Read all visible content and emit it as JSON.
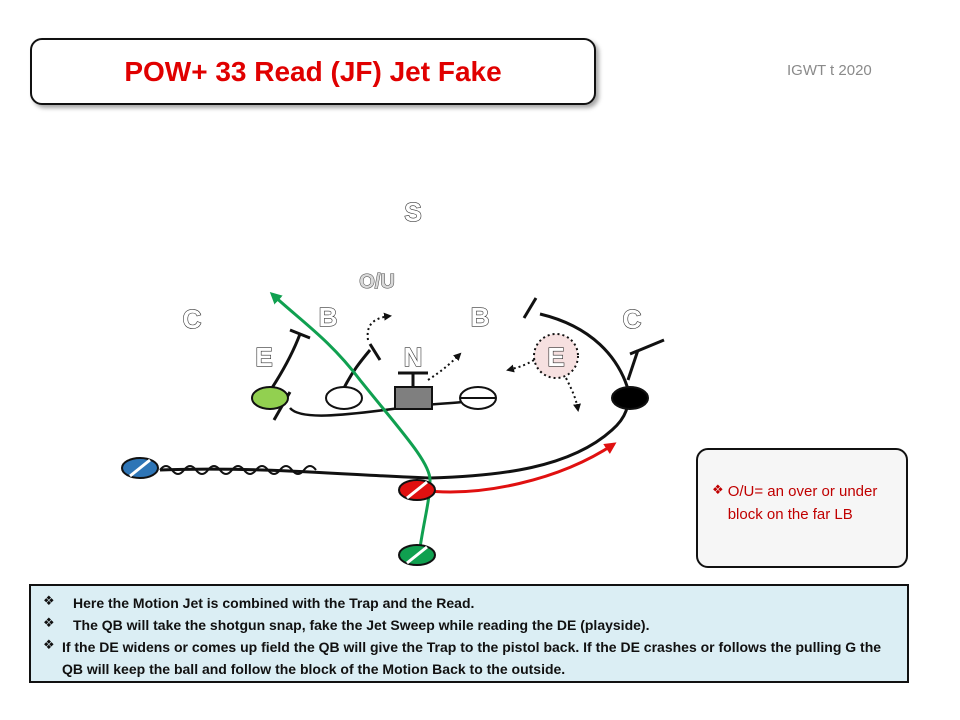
{
  "title": "POW+ 33 Read (JF) Jet Fake",
  "credit": "IGWT t 2020",
  "colors": {
    "title": "#e00000",
    "green_route": "#10a050",
    "red_route": "#e01010",
    "motion_back": "#2e75b6",
    "note_text": "#c00000",
    "bullets_bg": "#dbeef4"
  },
  "defense": {
    "safety": "S",
    "ou": "O/U",
    "corner_left": "C",
    "corner_right": "C",
    "backer_left": "B",
    "backer_right": "B",
    "end_left": "E",
    "end_right": "E",
    "nose": "N"
  },
  "note": {
    "bullet": "❖",
    "text": "O/U= an over or under block on the far LB"
  },
  "bullets": [
    {
      "mark": "❖",
      "text": "Here the Motion Jet is combined with the Trap and the Read."
    },
    {
      "mark": "❖",
      "text": "The QB will take the shotgun snap, fake the Jet Sweep while reading the DE (playside)."
    },
    {
      "mark": "❖",
      "text": "If the DE widens or comes up field the QB will give the Trap to the pistol back. If the DE crashes or follows the pulling G the QB will keep the ball and follow the block of the Motion Back to the outside."
    }
  ]
}
